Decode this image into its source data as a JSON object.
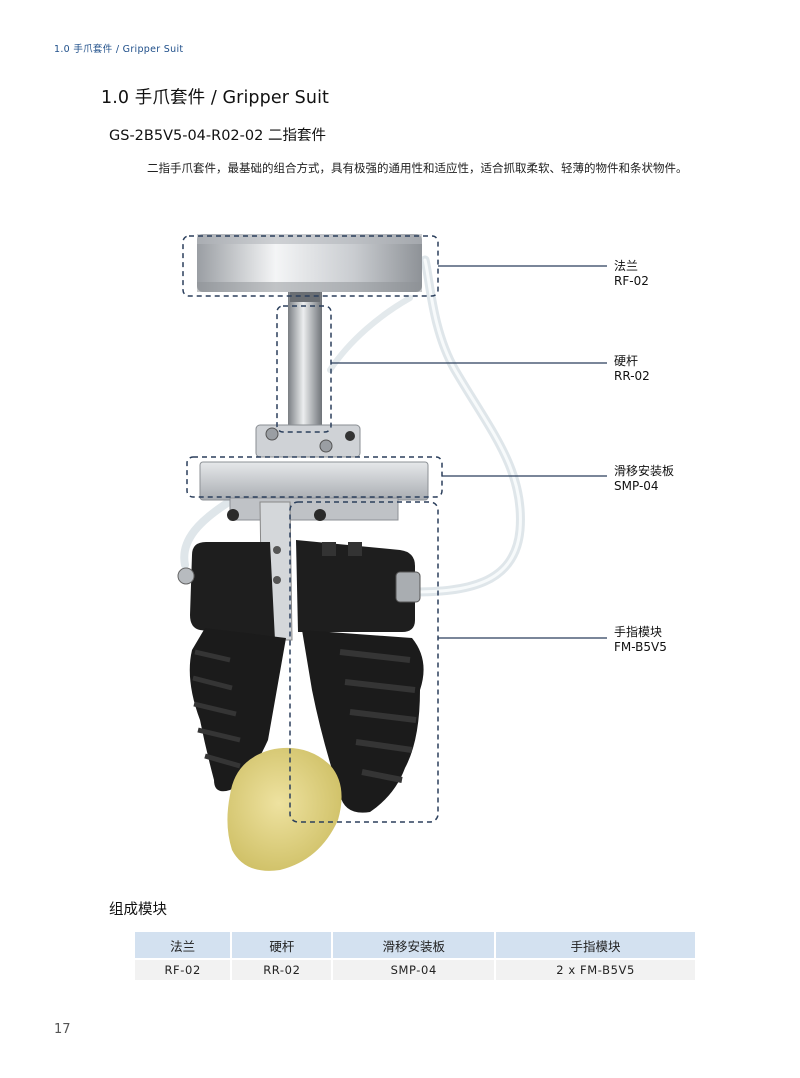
{
  "header": {
    "running_title": "1.0  手爪套件 / Gripper Suit"
  },
  "section": {
    "title": "1.0 手爪套件 / Gripper Suit",
    "product_title": "GS-2B5V5-04-R02-02 二指套件",
    "description": "二指手爪套件，最基础的组合方式，具有极强的通用性和适应性，适合抓取柔软、轻薄的物件和条状物件。"
  },
  "callouts": [
    {
      "name": "法兰",
      "code": "RF-02"
    },
    {
      "name": "硬杆",
      "code": "RR-02"
    },
    {
      "name": "滑移安装板",
      "code": "SMP-04"
    },
    {
      "name": "手指模块",
      "code": "FM-B5V5"
    }
  ],
  "modules": {
    "title": "组成模块",
    "headers": [
      "法兰",
      "硬杆",
      "滑移安装板",
      "手指模块"
    ],
    "values": [
      "RF-02",
      "RR-02",
      "SMP-04",
      "2 x FM-B5V5"
    ]
  },
  "page_number": "17",
  "colors": {
    "header_blue": "#1f4f8a",
    "table_header": "#d3e1f0",
    "table_row": "#f2f2f2",
    "callout_frame": "#2b3f5c",
    "finger_black": "#1b1b1b",
    "sponge": "#dccf7a"
  }
}
